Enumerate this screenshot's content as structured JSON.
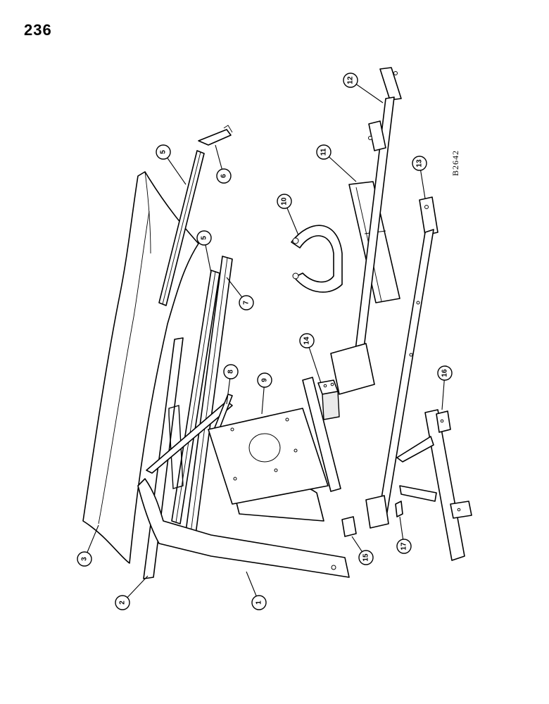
{
  "page_number": "236",
  "drawing_code": "B2642",
  "callouts": [
    {
      "label": "1"
    },
    {
      "label": "2"
    },
    {
      "label": "3"
    },
    {
      "label": "5"
    },
    {
      "label": "5"
    },
    {
      "label": "6"
    },
    {
      "label": "7"
    },
    {
      "label": "8"
    },
    {
      "label": "9"
    },
    {
      "label": "10"
    },
    {
      "label": "11"
    },
    {
      "label": "12"
    },
    {
      "label": "13"
    },
    {
      "label": "14"
    },
    {
      "label": "15"
    },
    {
      "label": "16"
    },
    {
      "label": "17"
    }
  ]
}
